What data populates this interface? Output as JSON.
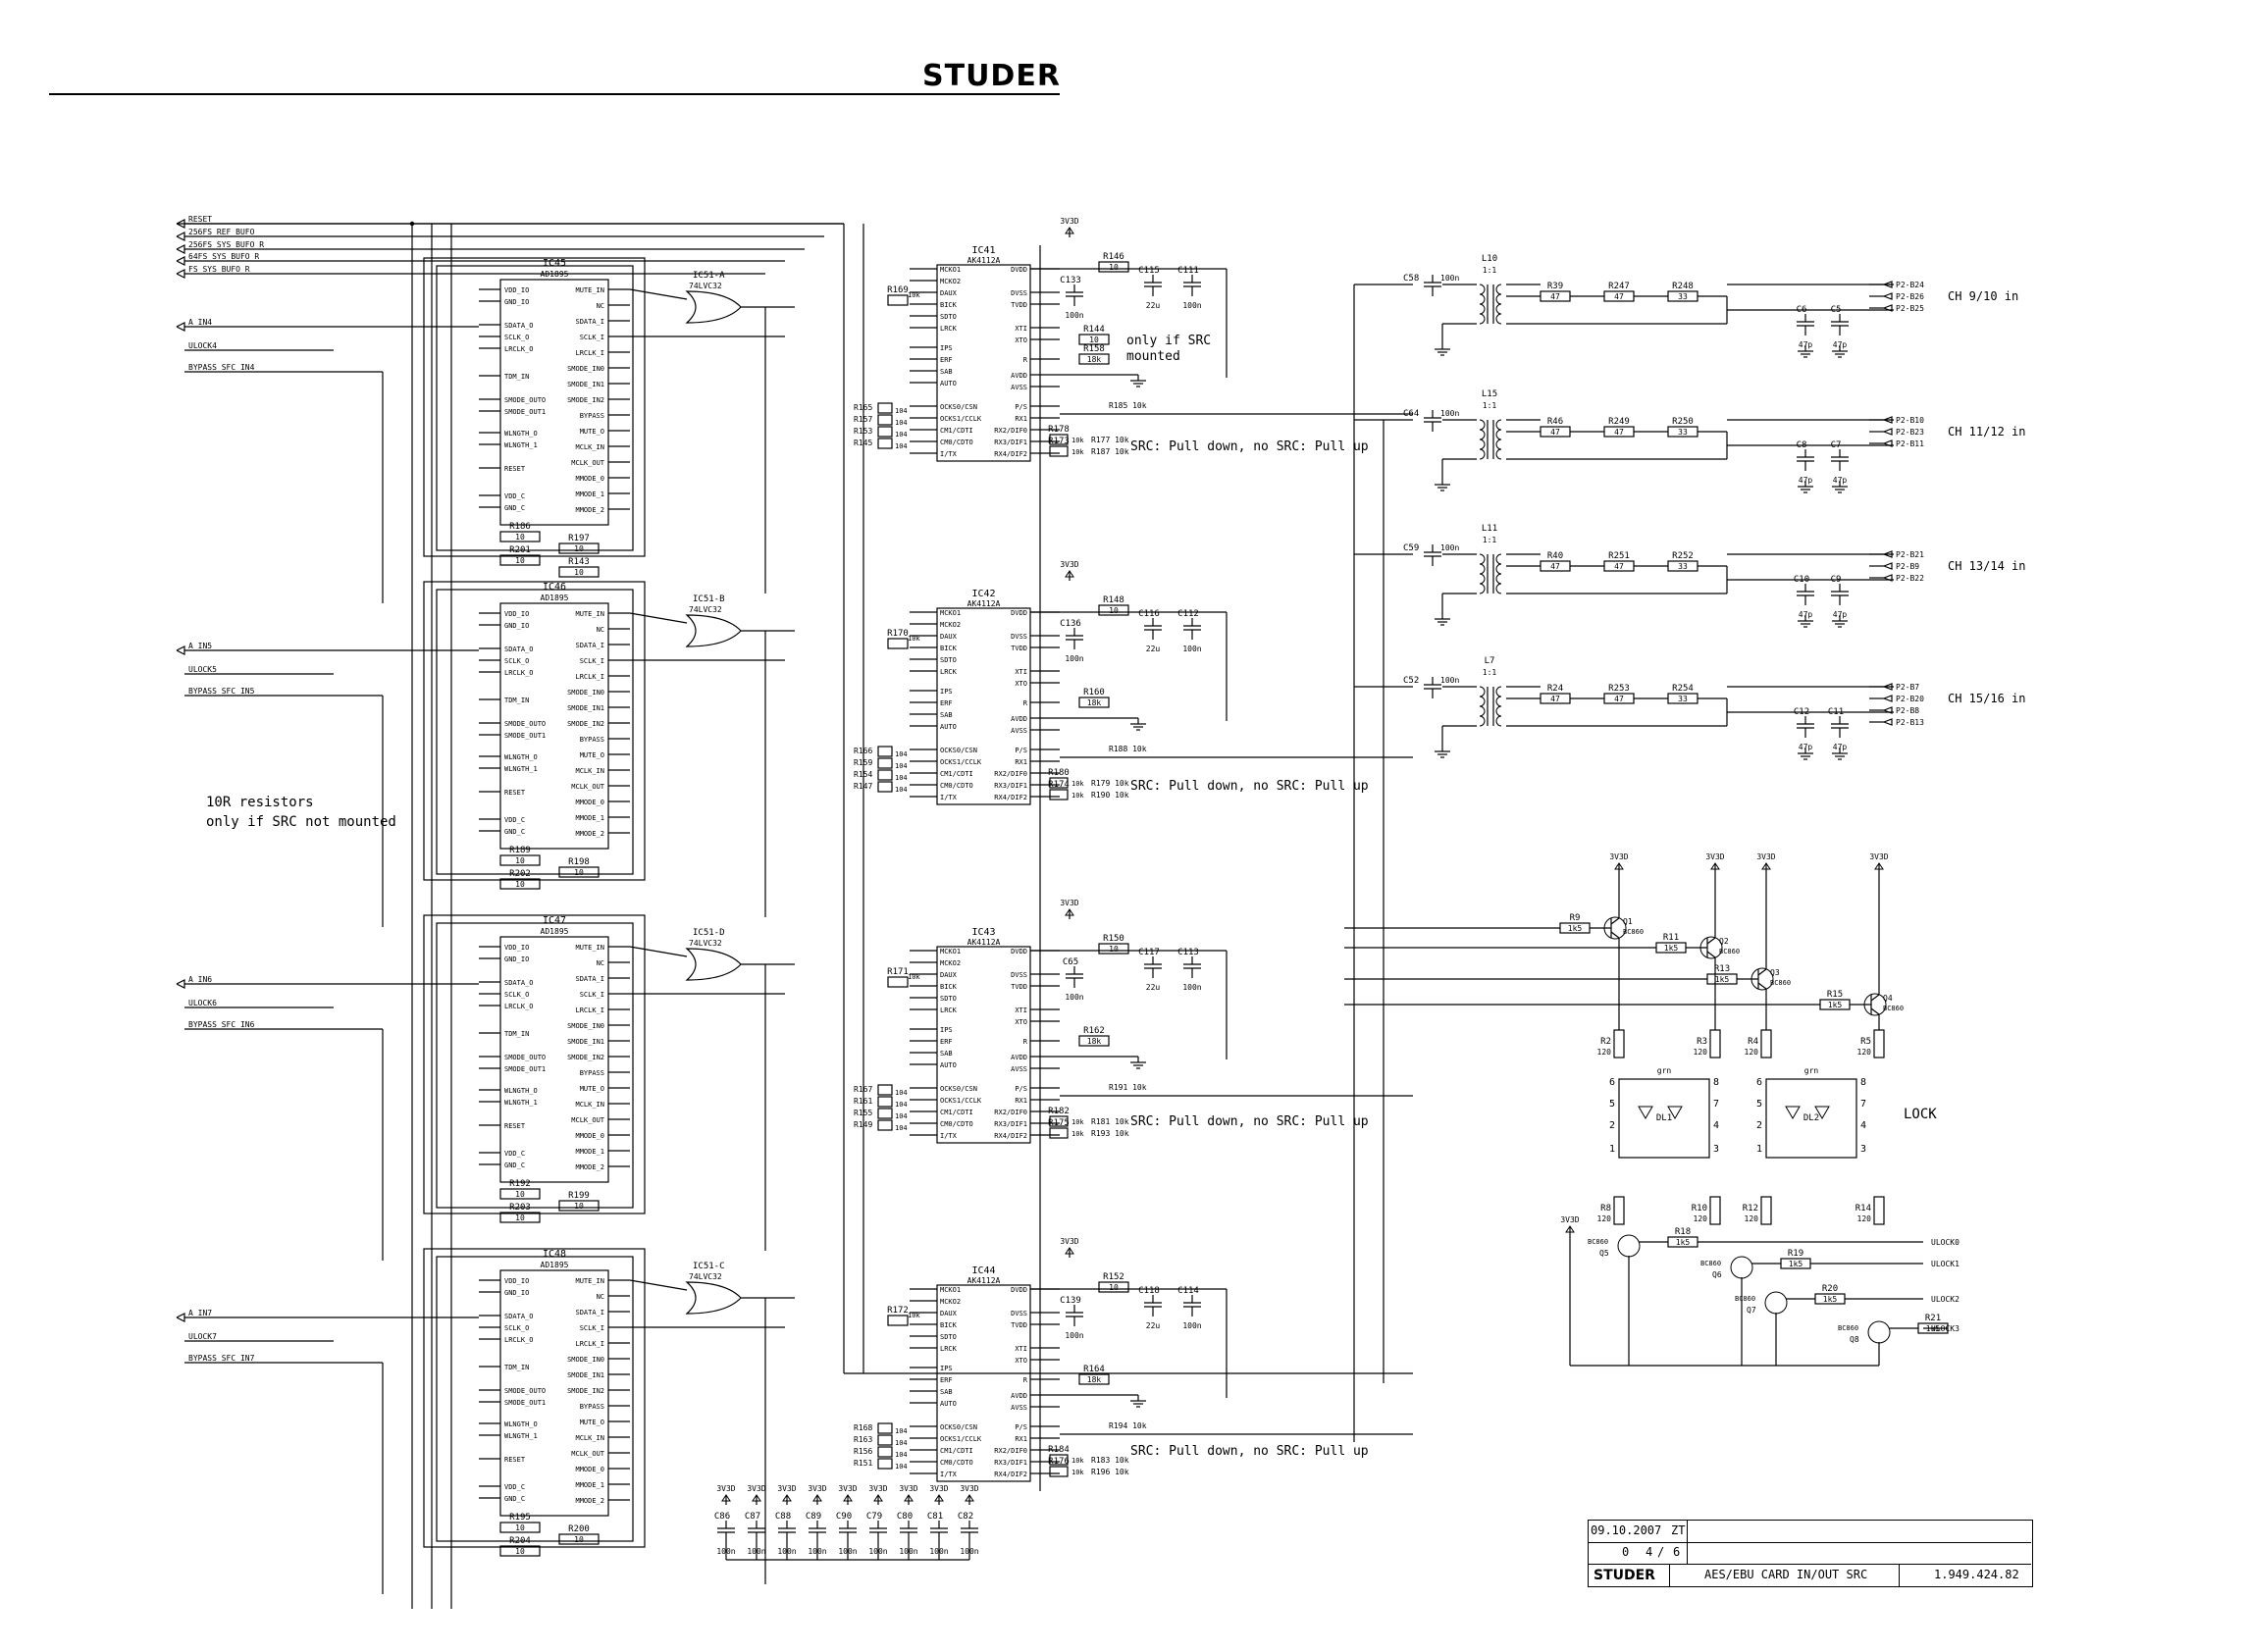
{
  "header": {
    "logo": "STUDER"
  },
  "notes": {
    "resistors_1": "10R resistors",
    "resistors_2": "only if SRC not mounted",
    "src_mounted_1": "only if SRC",
    "src_mounted_2": "mounted",
    "src_pull": "SRC: Pull down, no SRC: Pull up",
    "lock": "LOCK"
  },
  "input_signals": [
    "RESET",
    "256FS_REF_BUFO",
    "256FS_SYS_BUFO_R",
    "64FS_SYS_BUFO_R",
    "FS_SYS_BUFO_R"
  ],
  "ad_blocks": [
    {
      "ref": "IC45",
      "part": "AD1895",
      "gate": "IC51-A",
      "gate_part": "74LVC32",
      "in": "A_IN4",
      "ulock": "ULOCK4",
      "bypass": "BYPASS_SFC_IN4",
      "r1": "R186",
      "r2": "R197",
      "r3": "R201",
      "r4": "R143"
    },
    {
      "ref": "IC46",
      "part": "AD1895",
      "gate": "IC51-B",
      "gate_part": "74LVC32",
      "in": "A_IN5",
      "ulock": "ULOCK5",
      "bypass": "BYPASS_SFC_IN5",
      "r1": "R189",
      "r2": "R198",
      "r3": "R202",
      "r4": ""
    },
    {
      "ref": "IC47",
      "part": "AD1895",
      "gate": "IC51-D",
      "gate_part": "74LVC32",
      "in": "A_IN6",
      "ulock": "ULOCK6",
      "bypass": "BYPASS_SFC_IN6",
      "r1": "R192",
      "r2": "R199",
      "r3": "R203",
      "r4": ""
    },
    {
      "ref": "IC48",
      "part": "AD1895",
      "gate": "IC51-C",
      "gate_part": "74LVC32",
      "in": "A_IN7",
      "ulock": "ULOCK7",
      "bypass": "BYPASS_SFC_IN7",
      "r1": "R195",
      "r2": "R200",
      "r3": "R204",
      "r4": ""
    }
  ],
  "ad_pins_left": [
    "VDD_IO",
    "GND_IO",
    "SDATA_O",
    "SCLK_O",
    "LRCLK_O",
    "TDM_IN",
    "SMODE_OUTO",
    "SMODE_OUT1",
    "WLNGTH_O",
    "WLNGTH_1",
    "RESET",
    "VDD_C",
    "GND_C"
  ],
  "ad_pins_right": [
    "MUTE_IN",
    "NC",
    "SDATA_I",
    "SCLK_I",
    "LRCLK_I",
    "SMODE_IN0",
    "SMODE_IN1",
    "SMODE_IN2",
    "BYPASS",
    "MUTE_O",
    "MCLK_IN",
    "MCLK_OUT",
    "MMODE_0",
    "MMODE_1",
    "MMODE_2"
  ],
  "ak_blocks": [
    {
      "ref": "IC41",
      "part": "AK4112A",
      "rin": "R169",
      "rs": [
        "R165",
        "R157",
        "R153",
        "R145"
      ],
      "c1": "C133",
      "c2": "C115",
      "c3": "C111",
      "r_top": "R146",
      "r_pll": "R158",
      "r_p": "R185",
      "r_a": "R178",
      "r_b": "R177",
      "r_c": "R173",
      "r_d": "R187",
      "r_x": "R144"
    },
    {
      "ref": "IC42",
      "part": "AK4112A",
      "rin": "R170",
      "rs": [
        "R166",
        "R159",
        "R154",
        "R147"
      ],
      "c1": "C136",
      "c2": "C116",
      "c3": "C112",
      "r_top": "R148",
      "r_pll": "R160",
      "r_p": "R188",
      "r_a": "R180",
      "r_b": "R179",
      "r_c": "R174",
      "r_d": "R190",
      "r_x": ""
    },
    {
      "ref": "IC43",
      "part": "AK4112A",
      "rin": "R171",
      "rs": [
        "R167",
        "R161",
        "R155",
        "R149"
      ],
      "c1": "C65",
      "c2": "C117",
      "c3": "C113",
      "r_top": "R150",
      "r_pll": "R162",
      "r_p": "R191",
      "r_a": "R182",
      "r_b": "R181",
      "r_c": "R175",
      "r_d": "R193",
      "r_x": ""
    },
    {
      "ref": "IC44",
      "part": "AK4112A",
      "rin": "R172",
      "rs": [
        "R168",
        "R163",
        "R156",
        "R151"
      ],
      "c1": "C139",
      "c2": "C118",
      "c3": "C114",
      "r_top": "R152",
      "r_pll": "R164",
      "r_p": "R194",
      "r_a": "R184",
      "r_b": "R183",
      "r_c": "R176",
      "r_d": "R196",
      "r_x": ""
    }
  ],
  "ak_pins_left": [
    "MCKO1",
    "MCKO2",
    "DAUX",
    "BICK",
    "SDTO",
    "LRCK",
    "IPS",
    "ERF",
    "SAB",
    "AUTO",
    "OCKS0/CSN",
    "OCKS1/CCLK",
    "CM1/CDTI",
    "CM0/CDTO",
    "I/TX"
  ],
  "ak_pins_right": [
    "DVDD",
    "DVSS",
    "TVDD",
    "XTI",
    "XTO",
    "R",
    "AVDD",
    "AVSS",
    "P/S",
    "RX1",
    "RX2/DIF0",
    "RX3/DIF1",
    "RX4/DIF2"
  ],
  "values": {
    "r10": "10",
    "r18k": "18k",
    "r10k": "10k",
    "c100n": "100n",
    "c22u": "22u",
    "c47p": "47p",
    "r47": "47",
    "r33": "33",
    "r1k5": "1k5",
    "r120": "120",
    "vcc": "3V3D",
    "ratio": "1:1"
  },
  "channels": [
    {
      "label": "CH 9/10 in",
      "c": "C58",
      "l": "L10",
      "ra": "R39",
      "rb": "R247",
      "rc": "R248",
      "ca": "C6",
      "cb": "C5",
      "p": [
        "P2-B24",
        "P2-B26",
        "P2-B25"
      ]
    },
    {
      "label": "CH 11/12 in",
      "c": "C64",
      "l": "L15",
      "ra": "R46",
      "rb": "R249",
      "rc": "R250",
      "ca": "C8",
      "cb": "C7",
      "p": [
        "P2-B10",
        "P2-B23",
        "P2-B11"
      ]
    },
    {
      "label": "CH 13/14 in",
      "c": "C59",
      "l": "L11",
      "ra": "R40",
      "rb": "R251",
      "rc": "R252",
      "ca": "C10",
      "cb": "C9",
      "p": [
        "P2-B21",
        "P2-B9",
        "P2-B22"
      ]
    },
    {
      "label": "CH 15/16 in",
      "c": "C52",
      "l": "L7",
      "ra": "R24",
      "rb": "R253",
      "rc": "R254",
      "ca": "C12",
      "cb": "C11",
      "p": [
        "P2-B7",
        "P2-B20",
        "P2-B8",
        "P2-B13"
      ]
    }
  ],
  "lock_section": {
    "top_transistors": [
      {
        "ref": "Q1",
        "rb": "R9",
        "type": "BC860"
      },
      {
        "ref": "Q2",
        "rb": "R11",
        "type": "BC860"
      },
      {
        "ref": "Q3",
        "rb": "R13",
        "type": "BC860"
      },
      {
        "ref": "Q4",
        "rb": "R15",
        "type": "BC860"
      }
    ],
    "collector_res": [
      "R2",
      "R3",
      "R4",
      "R5"
    ],
    "emitter_res": [
      "R8",
      "R10",
      "R12",
      "R14"
    ],
    "leds": [
      "DL1",
      "DL2"
    ],
    "led_color": "grn",
    "bottom_transistors": [
      {
        "ref": "Q5",
        "r": "R18",
        "out": "ULOCK0"
      },
      {
        "ref": "Q6",
        "r": "R19",
        "out": "ULOCK1"
      },
      {
        "ref": "Q7",
        "r": "R20",
        "out": "ULOCK2"
      },
      {
        "ref": "Q8",
        "r": "R21",
        "out": "ULOCK3"
      }
    ],
    "bc": "BC860"
  },
  "decoupling": [
    "C86",
    "C87",
    "C88",
    "C89",
    "C90",
    "C79",
    "C80",
    "C81",
    "C82"
  ],
  "title_block": {
    "date": "09.10.2007",
    "initials": "ZT",
    "rev": "0",
    "sheet": "4",
    "of": "/",
    "total": "6",
    "logo": "STUDER",
    "title": "AES/EBU CARD IN/OUT SRC",
    "number": "1.949.424.82"
  }
}
